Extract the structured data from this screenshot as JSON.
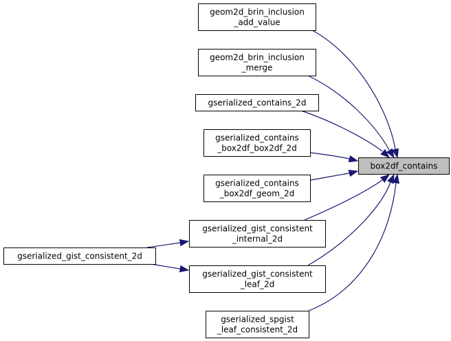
{
  "graph": {
    "type": "call-graph",
    "edge_color": "#191970",
    "focus_fill": "#bfbfbf",
    "focus_node": "box2df_contains",
    "nodes": [
      {
        "id": "box2df_contains",
        "lines": [
          "box2df_contains"
        ],
        "focus": true
      },
      {
        "id": "geom2d_brin_inclusion_add_value",
        "lines": [
          "geom2d_brin_inclusion",
          "_add_value"
        ]
      },
      {
        "id": "geom2d_brin_inclusion_merge",
        "lines": [
          "geom2d_brin_inclusion",
          "_merge"
        ]
      },
      {
        "id": "gserialized_contains_2d",
        "lines": [
          "gserialized_contains_2d"
        ]
      },
      {
        "id": "gserialized_contains_box2df_box2df_2d",
        "lines": [
          "gserialized_contains",
          "_box2df_box2df_2d"
        ]
      },
      {
        "id": "gserialized_contains_box2df_geom_2d",
        "lines": [
          "gserialized_contains",
          "_box2df_geom_2d"
        ]
      },
      {
        "id": "gserialized_gist_consistent_internal_2d",
        "lines": [
          "gserialized_gist_consistent",
          "_internal_2d"
        ]
      },
      {
        "id": "gserialized_gist_consistent_leaf_2d",
        "lines": [
          "gserialized_gist_consistent",
          "_leaf_2d"
        ]
      },
      {
        "id": "gserialized_spgist_leaf_consistent_2d",
        "lines": [
          "gserialized_spgist",
          "_leaf_consistent_2d"
        ]
      },
      {
        "id": "gserialized_gist_consistent_2d",
        "lines": [
          "gserialized_gist_consistent_2d"
        ]
      }
    ],
    "edges": [
      {
        "from": "geom2d_brin_inclusion_add_value",
        "to": "box2df_contains"
      },
      {
        "from": "geom2d_brin_inclusion_merge",
        "to": "box2df_contains"
      },
      {
        "from": "gserialized_contains_2d",
        "to": "box2df_contains"
      },
      {
        "from": "gserialized_contains_box2df_box2df_2d",
        "to": "box2df_contains"
      },
      {
        "from": "gserialized_contains_box2df_geom_2d",
        "to": "box2df_contains"
      },
      {
        "from": "gserialized_gist_consistent_internal_2d",
        "to": "box2df_contains"
      },
      {
        "from": "gserialized_gist_consistent_leaf_2d",
        "to": "box2df_contains"
      },
      {
        "from": "gserialized_spgist_leaf_consistent_2d",
        "to": "box2df_contains"
      },
      {
        "from": "gserialized_gist_consistent_2d",
        "to": "gserialized_gist_consistent_internal_2d"
      },
      {
        "from": "gserialized_gist_consistent_2d",
        "to": "gserialized_gist_consistent_leaf_2d"
      }
    ]
  }
}
